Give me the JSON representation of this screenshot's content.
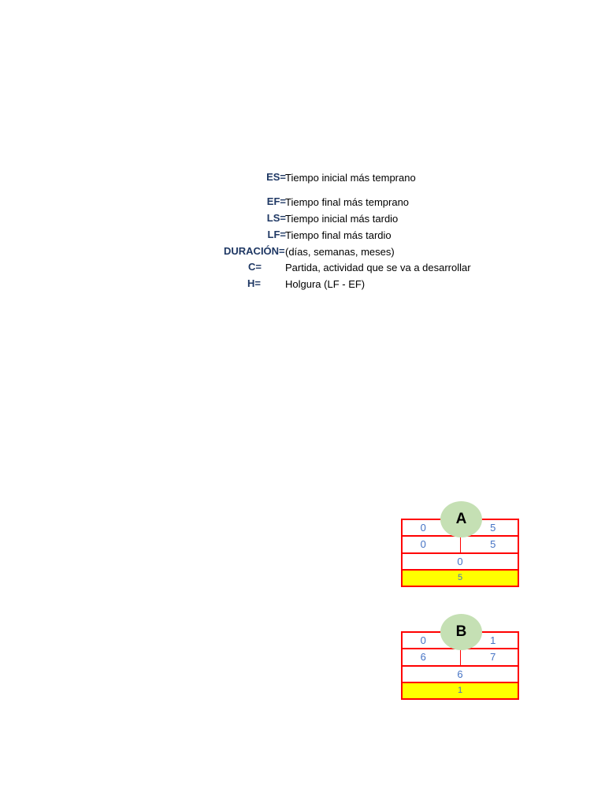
{
  "legend": {
    "items": [
      {
        "key": "ES=",
        "desc": "Tiempo inicial más temprano"
      },
      {
        "key": "EF=",
        "desc": "Tiempo final más temprano"
      },
      {
        "key": "LS=",
        "desc": "Tiempo inicial más tardio"
      },
      {
        "key": "LF=",
        "desc": "Tiempo final más tardio"
      },
      {
        "key": "DURACIÓN=",
        "desc": "(días, semanas, meses)"
      },
      {
        "key": "C=",
        "desc": "Partida, actividad que se va a desarrollar"
      },
      {
        "key": "H=",
        "desc": "Holgura (LF - EF)"
      }
    ]
  },
  "nodes": [
    {
      "label": "A",
      "es": "0",
      "ef": "5",
      "ls": "0",
      "lf": "5",
      "middle": "0",
      "highlight": "5"
    },
    {
      "label": "B",
      "es": "0",
      "ef": "1",
      "ls": "6",
      "lf": "7",
      "middle": "6",
      "highlight": "1"
    }
  ],
  "colors": {
    "key_text": "#1f3864",
    "cell_border": "#ff0000",
    "cell_text": "#4472c4",
    "highlight_fill": "#ffff00",
    "circle_fill": "#c5e0b4"
  }
}
